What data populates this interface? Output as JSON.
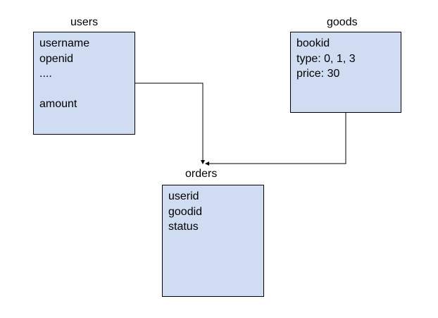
{
  "entities": {
    "users": {
      "title": "users",
      "fields": [
        "username",
        "openid",
        "....",
        "",
        "amount"
      ]
    },
    "goods": {
      "title": "goods",
      "fields": [
        "bookid",
        "type: 0, 1, 3",
        "price: 30"
      ]
    },
    "orders": {
      "title": "orders",
      "fields": [
        "userid",
        "goodid",
        "status"
      ]
    }
  },
  "colors": {
    "box_fill": "#cfdcf2",
    "box_border": "#000000",
    "connector": "#000000"
  }
}
